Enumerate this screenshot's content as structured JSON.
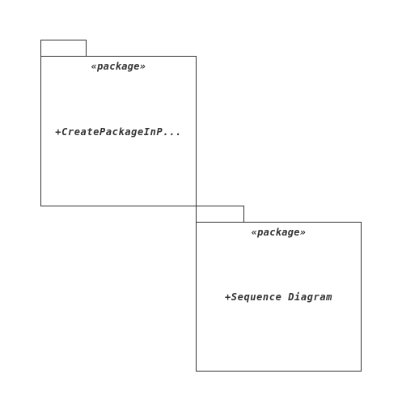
{
  "diagram": {
    "packages": [
      {
        "stereotype": "«package»",
        "name": "+CreatePackageInP..."
      },
      {
        "stereotype": "«package»",
        "name": "+Sequence Diagram"
      }
    ]
  }
}
